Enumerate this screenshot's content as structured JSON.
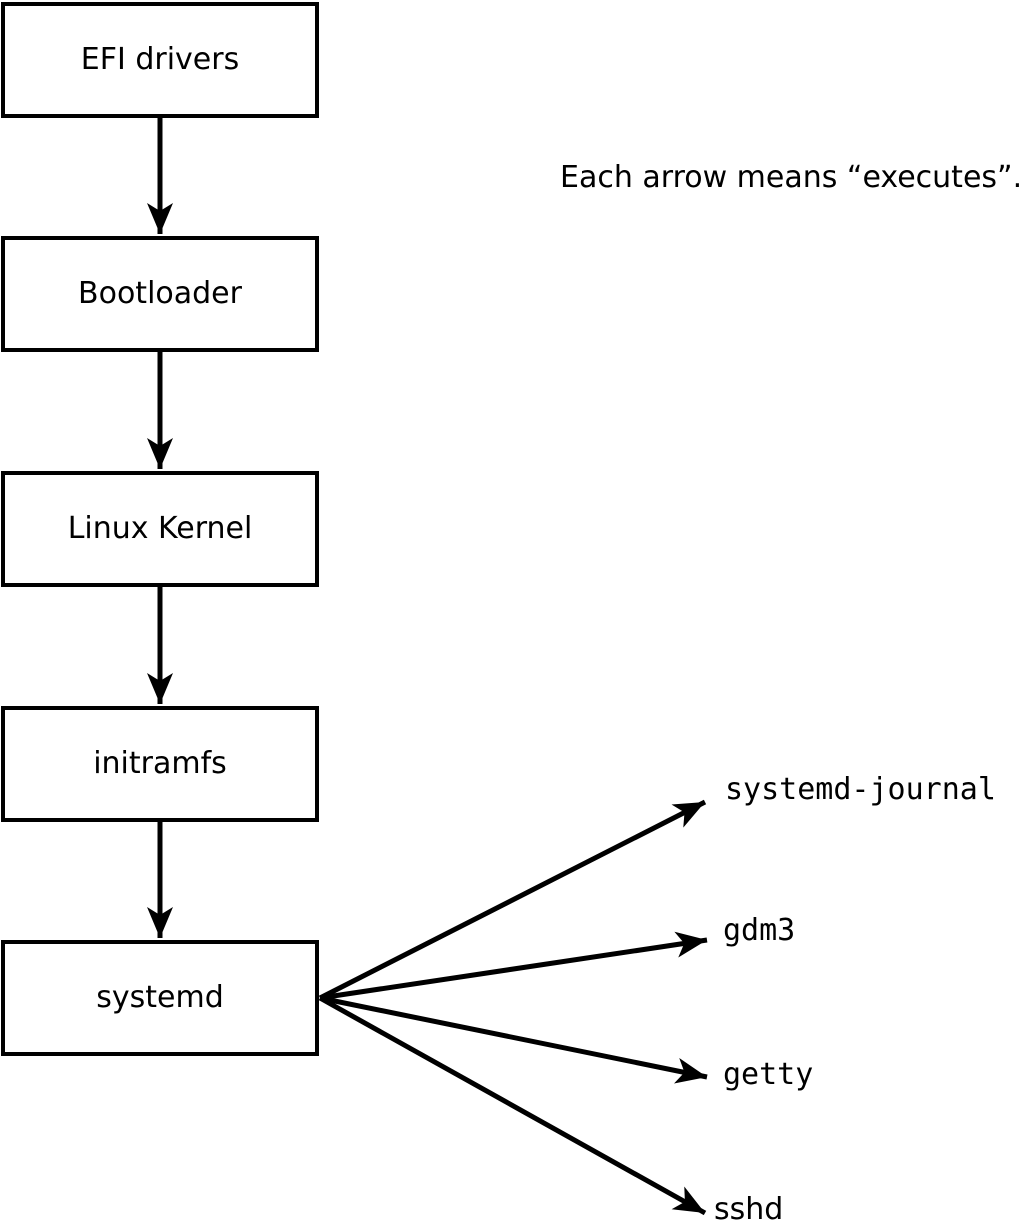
{
  "diagram": {
    "annotation": "Each arrow means “executes”.",
    "arrow_meaning": "executes",
    "chain": [
      {
        "label": "EFI drivers"
      },
      {
        "label": "Bootloader"
      },
      {
        "label": "Linux Kernel"
      },
      {
        "label": "initramfs"
      },
      {
        "label": "systemd"
      }
    ],
    "spawned": [
      {
        "label": "systemd-journal"
      },
      {
        "label": "gdm3"
      },
      {
        "label": "getty"
      },
      {
        "label": "sshd"
      }
    ],
    "colors": {
      "line": "#000000",
      "box_border": "#000000",
      "box_background": "#ffffff",
      "text": "#000000",
      "page_background": "#ffffff"
    }
  }
}
